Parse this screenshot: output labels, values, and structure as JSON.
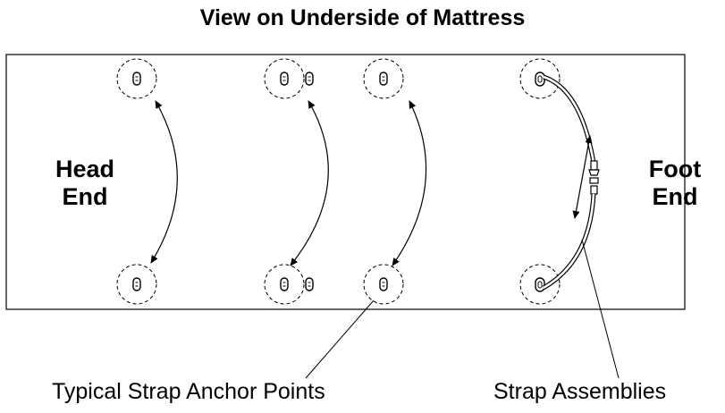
{
  "title": "View on Underside of Mattress",
  "head_end": {
    "line1": "Head",
    "line2": "End"
  },
  "foot_end": {
    "line1": "Foot",
    "line2": "End"
  },
  "callouts": {
    "anchor_points": "Typical Strap Anchor Points",
    "strap_assemblies": "Strap Assemblies"
  },
  "colors": {
    "line": "#000000",
    "background": "#ffffff"
  }
}
